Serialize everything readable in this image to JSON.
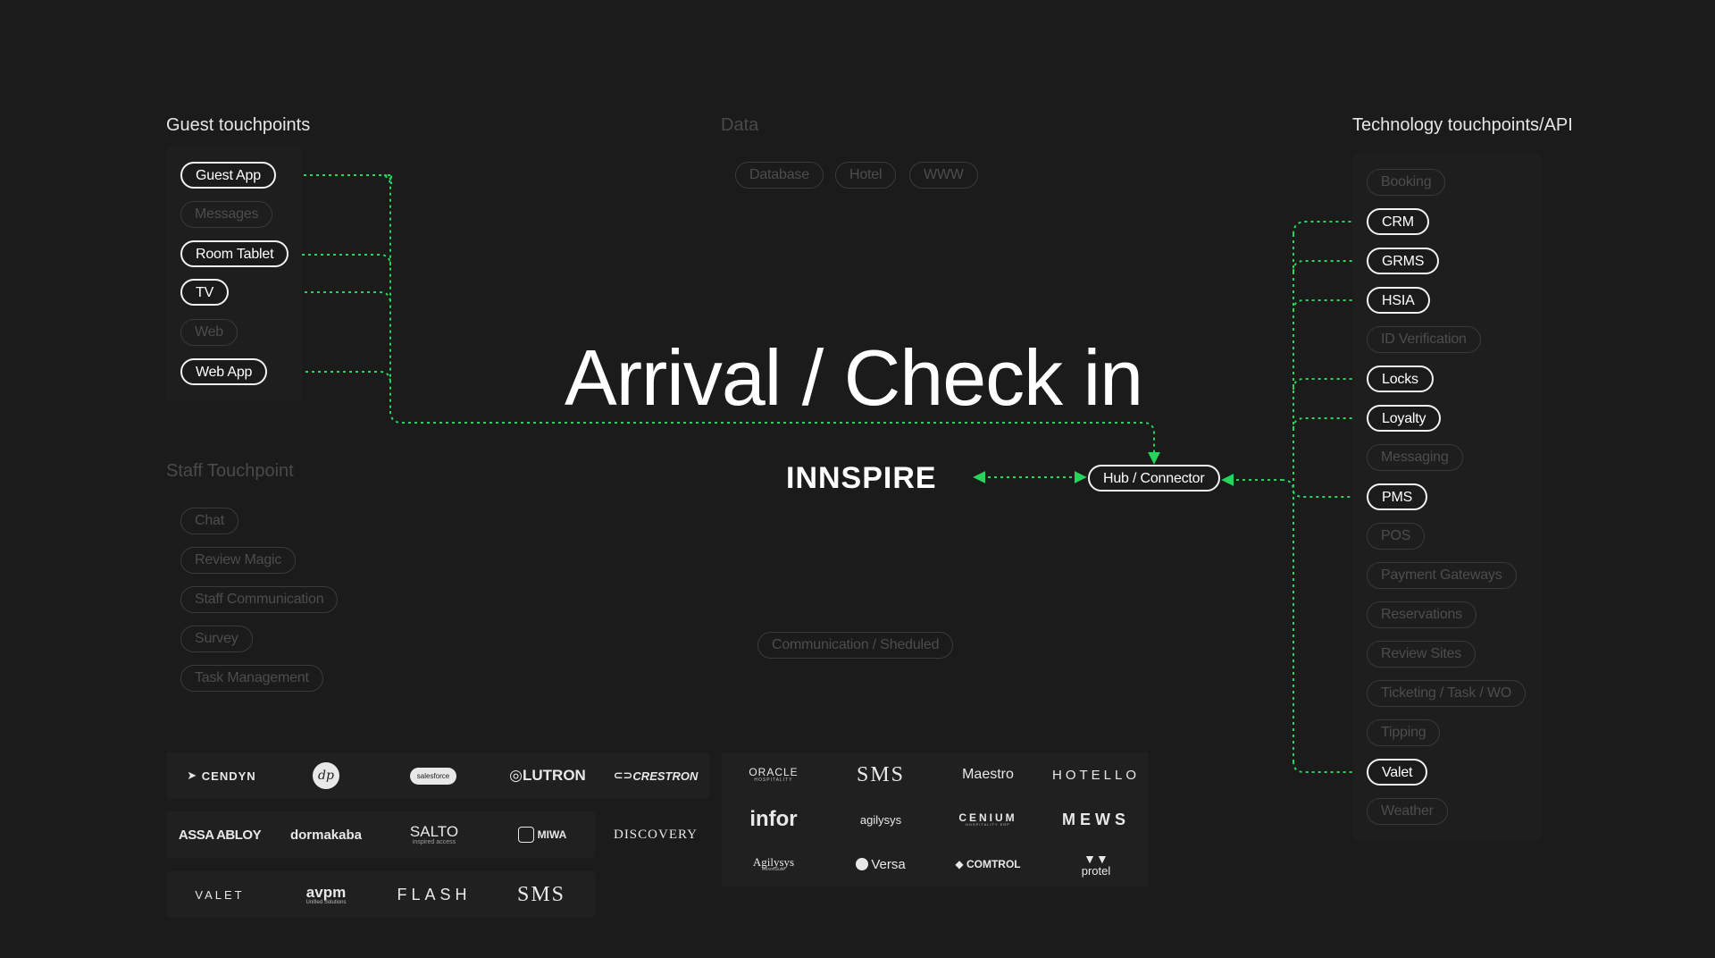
{
  "headline": "Arrival / Check in",
  "brand": "INNSPIRE",
  "hub": "Hub / Connector",
  "guest": {
    "title": "Guest touchpoints",
    "items": [
      {
        "label": "Guest App",
        "active": true
      },
      {
        "label": "Messages",
        "active": false
      },
      {
        "label": "Room Tablet",
        "active": true
      },
      {
        "label": "TV",
        "active": true
      },
      {
        "label": "Web",
        "active": false
      },
      {
        "label": "Web App",
        "active": true
      }
    ]
  },
  "data_section": {
    "title": "Data",
    "items": [
      "Database",
      "Hotel",
      "WWW"
    ]
  },
  "staff": {
    "title": "Staff Touchpoint",
    "items": [
      "Chat",
      "Review Magic",
      "Staff Communication",
      "Survey",
      "Task Management"
    ]
  },
  "communication": "Communication / Sheduled",
  "tech": {
    "title": "Technology touchpoints/API",
    "items": [
      {
        "label": "Booking",
        "active": false
      },
      {
        "label": "CRM",
        "active": true
      },
      {
        "label": "GRMS",
        "active": true
      },
      {
        "label": "HSIA",
        "active": true
      },
      {
        "label": "ID Verification",
        "active": false
      },
      {
        "label": "Locks",
        "active": true
      },
      {
        "label": "Loyalty",
        "active": true
      },
      {
        "label": "Messaging",
        "active": false
      },
      {
        "label": "PMS",
        "active": true
      },
      {
        "label": "POS",
        "active": false
      },
      {
        "label": "Payment Gateways",
        "active": false
      },
      {
        "label": "Reservations",
        "active": false
      },
      {
        "label": "Review Sites",
        "active": false
      },
      {
        "label": "Ticketing / Task / WO",
        "active": false
      },
      {
        "label": "Tipping",
        "active": false
      },
      {
        "label": "Valet",
        "active": true
      },
      {
        "label": "Weather",
        "active": false
      }
    ]
  },
  "partners_left": {
    "row1": [
      "CENDYN",
      "dp",
      "salesforce",
      "LUTRON",
      "CRESTRON"
    ],
    "row2": [
      "ASSA ABLOY",
      "dormakaba",
      "SALTO",
      "MIWA",
      "DISCOVERY"
    ],
    "row3": [
      "VALET",
      "avpm",
      "FLASH",
      "SMS"
    ]
  },
  "partners_right": {
    "row1": [
      "ORACLE",
      "SMS",
      "Maestro",
      "HOTELLO"
    ],
    "row2": [
      "infor",
      "agilysys",
      "CENIUM",
      "MEWS"
    ],
    "row3": [
      "Agilysys",
      "Versa",
      "COMTROL",
      "protel"
    ]
  },
  "logo_subtext": {
    "oracle": "HOSPITALITY",
    "salto": "inspired access",
    "avpm": "Unified Solutions",
    "cenium": "HOSPITALITY ERP",
    "agilysys_rs": "ResortSuite"
  },
  "colors": {
    "background": "#1b1b1b",
    "connector": "#27d45c",
    "active_border": "#f2f2f2",
    "inactive_text": "#4d4d4d"
  }
}
